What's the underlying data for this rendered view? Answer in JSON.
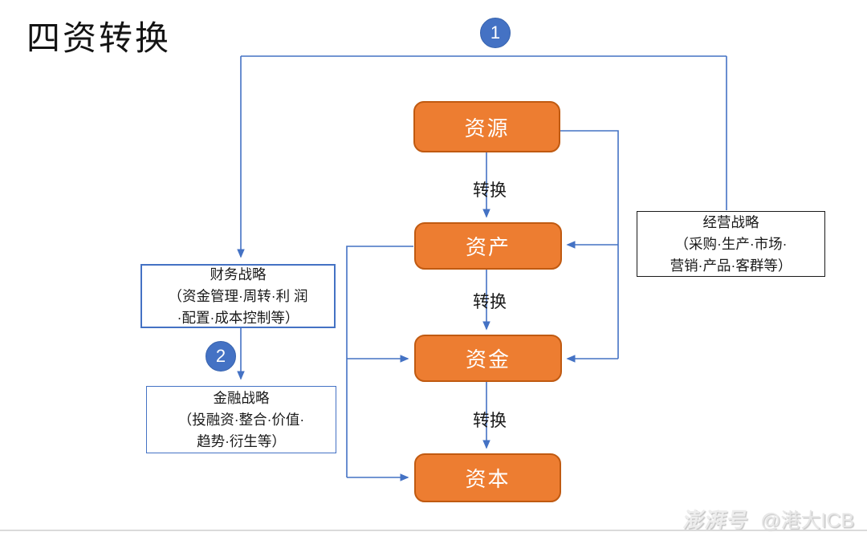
{
  "title": "四资转换",
  "badges": {
    "one": "1",
    "two": "2"
  },
  "nodes": [
    {
      "id": "ziyuan",
      "label": "资源"
    },
    {
      "id": "zichan",
      "label": "资产"
    },
    {
      "id": "zijin",
      "label": "资金"
    },
    {
      "id": "ziben",
      "label": "资本"
    }
  ],
  "transform_labels": [
    "转换",
    "转换",
    "转换"
  ],
  "strategies": [
    {
      "id": "business",
      "lines": [
        "经营战略",
        "（采购·生产·市场·",
        "营销·产品·客群等）"
      ]
    },
    {
      "id": "finance",
      "lines": [
        "财务战略",
        "（资金管理·周转·利 润",
        "·配置·成本控制等）"
      ]
    },
    {
      "id": "capital",
      "lines": [
        "金融战略",
        "（投融资·整合·价值·",
        "趋势·衍生等）"
      ]
    }
  ],
  "watermark": {
    "brand": "澎湃号",
    "handle": "@港大ICB"
  },
  "colors": {
    "node_fill": "#ED7D31",
    "node_border": "#C05A11",
    "connector_blue": "#4472C4",
    "strategy_black_border": "#1a1a1a"
  }
}
